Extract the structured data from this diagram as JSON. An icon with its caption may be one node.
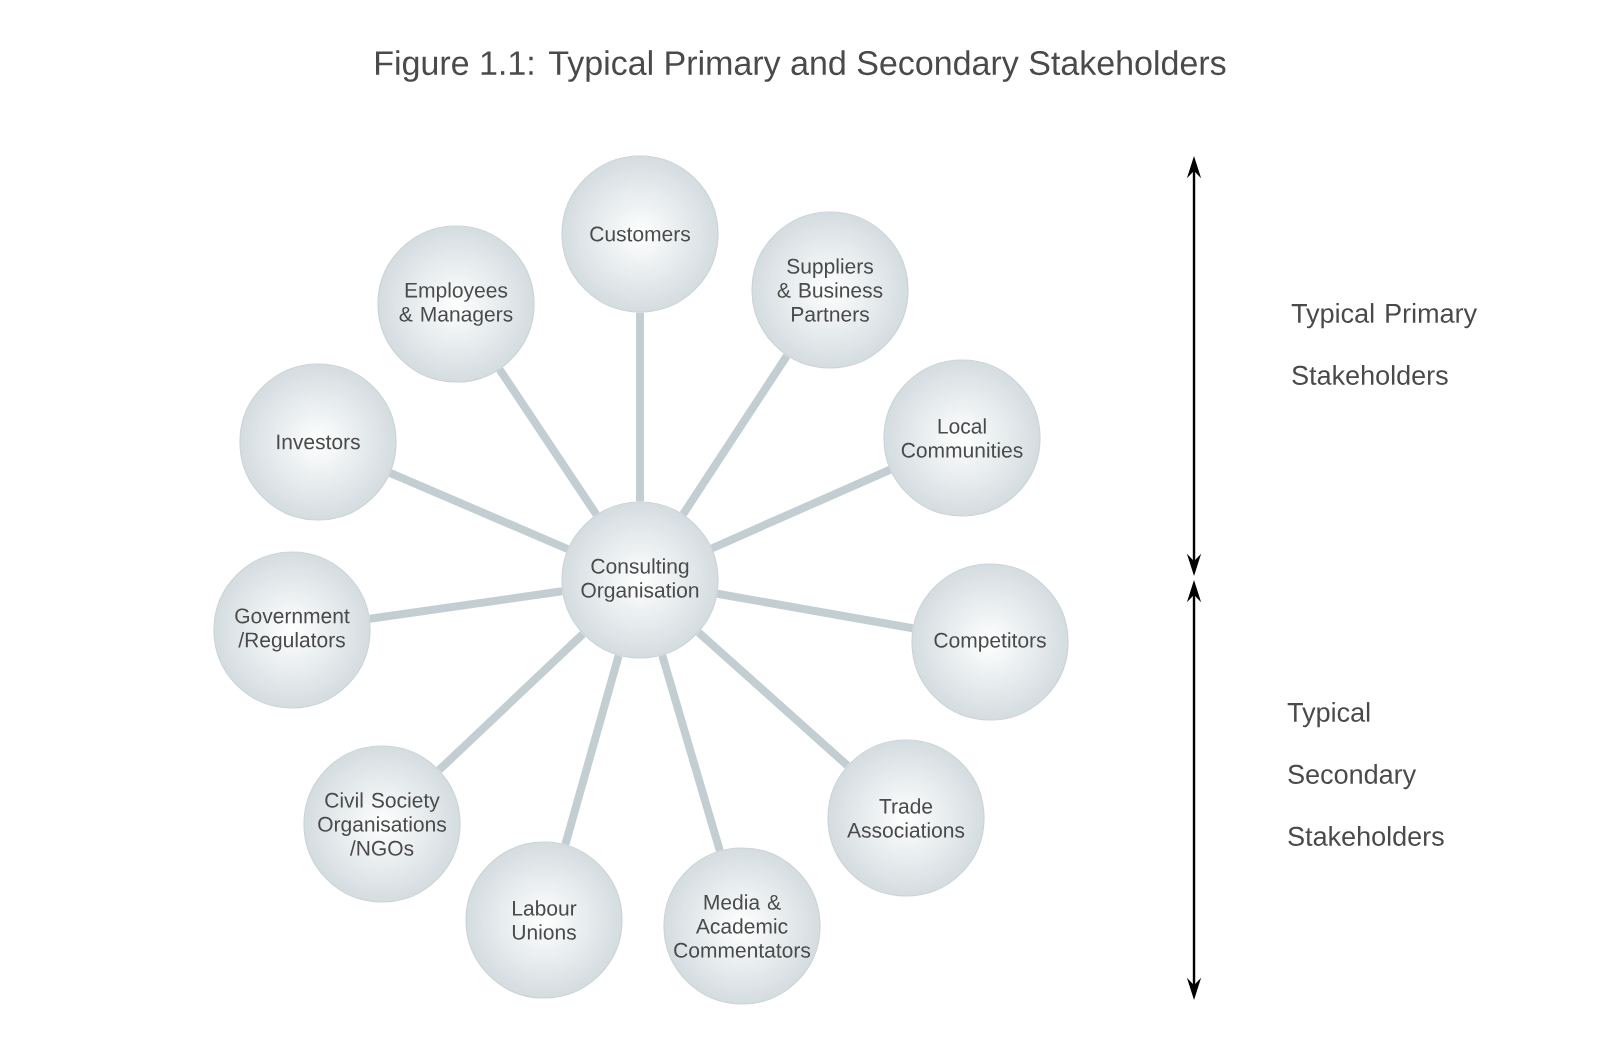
{
  "diagram": {
    "title": "Figure 1.1: Typical Primary and Secondary Stakeholders",
    "nodes": [
      {
        "text": [
          "Consulting Organisation"
        ]
      },
      {
        "text": [
          "Customers"
        ]
      },
      {
        "text": [
          "Employees & Managers"
        ]
      },
      {
        "text": [
          "Suppliers & Business Partners"
        ]
      },
      {
        "text": [
          "Investors"
        ]
      },
      {
        "text": [
          "Local Communities"
        ]
      },
      {
        "text": [
          "Government /Regulators"
        ]
      },
      {
        "text": [
          "Competitors"
        ]
      },
      {
        "text": [
          "Civil Society Organisations /NGOs"
        ]
      },
      {
        "text": [
          "Trade Associations"
        ]
      },
      {
        "text": [
          "Labour Unions"
        ]
      },
      {
        "text": [
          "Media & Academic Commentators"
        ]
      }
    ],
    "edges": [
      {
        "from": 0,
        "to": 1,
        "arrow": "none"
      },
      {
        "from": 0,
        "to": 2,
        "arrow": "none"
      },
      {
        "from": 0,
        "to": 3,
        "arrow": "none"
      },
      {
        "from": 0,
        "to": 4,
        "arrow": "none"
      },
      {
        "from": 0,
        "to": 5,
        "arrow": "none"
      },
      {
        "from": 0,
        "to": 6,
        "arrow": "none"
      },
      {
        "from": 0,
        "to": 7,
        "arrow": "none"
      },
      {
        "from": 0,
        "to": 8,
        "arrow": "none"
      },
      {
        "from": 0,
        "to": 9,
        "arrow": "none"
      },
      {
        "from": 0,
        "to": 10,
        "arrow": "none"
      },
      {
        "from": 0,
        "to": 11,
        "arrow": "none"
      }
    ],
    "labels": [
      "Typical Primary Stakeholders",
      "Typical Secondary Stakeholders"
    ]
  }
}
